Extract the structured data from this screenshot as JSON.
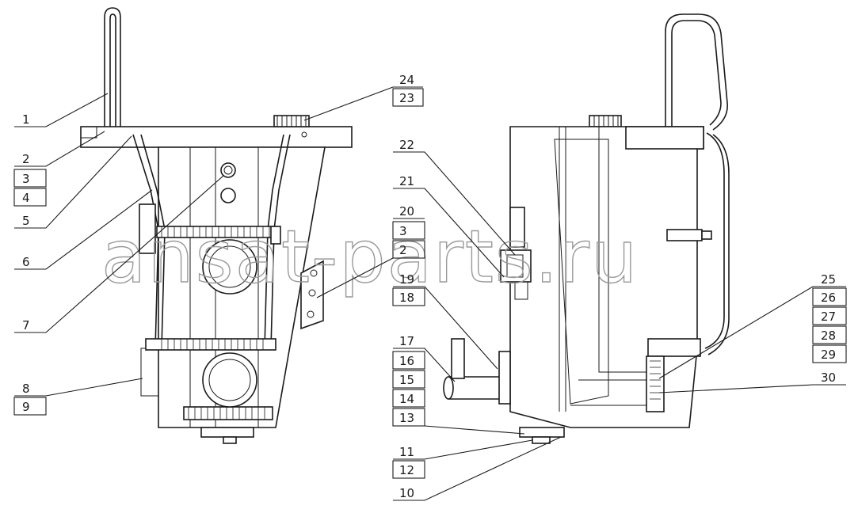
{
  "watermark": "ansat-parts.ru",
  "callouts": [
    "1",
    "2",
    "3",
    "4",
    "5",
    "6",
    "7",
    "8",
    "9",
    "10",
    "11",
    "12",
    "13",
    "14",
    "15",
    "16",
    "17",
    "18",
    "19",
    "20",
    "21",
    "22",
    "23",
    "24",
    "25",
    "26",
    "27",
    "28",
    "29",
    "30"
  ],
  "labels": {
    "left": [
      {
        "id": "1",
        "text": "1"
      },
      {
        "id": "2",
        "text": "2"
      },
      {
        "id": "3",
        "text": "3"
      },
      {
        "id": "4",
        "text": "4"
      },
      {
        "id": "5",
        "text": "5"
      },
      {
        "id": "6",
        "text": "6"
      },
      {
        "id": "7",
        "text": "7"
      },
      {
        "id": "8",
        "text": "8"
      },
      {
        "id": "9",
        "text": "9"
      },
      {
        "id": "24",
        "text": "24"
      },
      {
        "id": "23",
        "text": "23"
      }
    ],
    "middle": [
      {
        "id": "22",
        "text": "22"
      },
      {
        "id": "21",
        "text": "21"
      },
      {
        "id": "20",
        "text": "20"
      },
      {
        "id": "3b",
        "text": "3"
      },
      {
        "id": "2b",
        "text": "2"
      },
      {
        "id": "19",
        "text": "19"
      },
      {
        "id": "18",
        "text": "18"
      },
      {
        "id": "17",
        "text": "17"
      },
      {
        "id": "16",
        "text": "16"
      },
      {
        "id": "15",
        "text": "15"
      },
      {
        "id": "14",
        "text": "14"
      },
      {
        "id": "13",
        "text": "13"
      },
      {
        "id": "11",
        "text": "11"
      },
      {
        "id": "12",
        "text": "12"
      },
      {
        "id": "10",
        "text": "10"
      }
    ],
    "right": [
      {
        "id": "25",
        "text": "25"
      },
      {
        "id": "26",
        "text": "26"
      },
      {
        "id": "27",
        "text": "27"
      },
      {
        "id": "28",
        "text": "28"
      },
      {
        "id": "29",
        "text": "29"
      },
      {
        "id": "30",
        "text": "30"
      }
    ]
  }
}
